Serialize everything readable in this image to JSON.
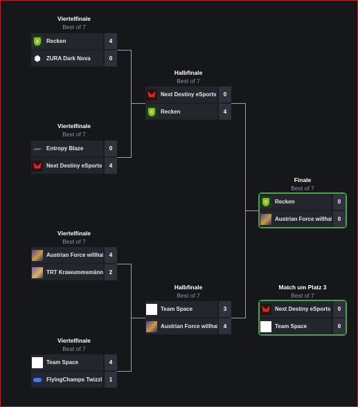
{
  "rounds": [
    {
      "title": "Viertelfinale",
      "subtitle": "Best of 7"
    },
    {
      "title": "Viertelfinale",
      "subtitle": "Best of 7"
    },
    {
      "title": "Viertelfinale",
      "subtitle": "Best of 7"
    },
    {
      "title": "Viertelfinale",
      "subtitle": "Best of 7"
    },
    {
      "title": "Halbfinale",
      "subtitle": "Best of 7"
    },
    {
      "title": "Halbfinale",
      "subtitle": "Best of 7"
    },
    {
      "title": "Finale",
      "subtitle": "Best of 7"
    },
    {
      "title": "Match um Platz 3",
      "subtitle": "Best of 7"
    }
  ],
  "matches": [
    {
      "teams": [
        {
          "name": "Recken",
          "score": "4",
          "logo": "recken-logo"
        },
        {
          "name": "ZURA Dark Nova",
          "score": "0",
          "logo": "zura-logo"
        }
      ]
    },
    {
      "teams": [
        {
          "name": "Entropy Blaze",
          "score": "0",
          "logo": "entropy-logo"
        },
        {
          "name": "Next Destiny eSports",
          "score": "4",
          "logo": "next-destiny-logo"
        }
      ]
    },
    {
      "teams": [
        {
          "name": "Austrian Force willhaben",
          "score": "4",
          "logo": "austrian-force-logo"
        },
        {
          "name": "TRT Krawummsmänner",
          "score": "2",
          "logo": "trt-logo"
        }
      ]
    },
    {
      "teams": [
        {
          "name": "Team Space",
          "score": "4",
          "logo": "team-space-logo"
        },
        {
          "name": "FlyingChamps Twizzl",
          "score": "1",
          "logo": "flyingchamps-logo"
        }
      ]
    },
    {
      "teams": [
        {
          "name": "Next Destiny eSports",
          "score": "0",
          "logo": "next-destiny-logo"
        },
        {
          "name": "Recken",
          "score": "4",
          "logo": "recken-logo"
        }
      ]
    },
    {
      "teams": [
        {
          "name": "Team Space",
          "score": "3",
          "logo": "team-space-logo"
        },
        {
          "name": "Austrian Force willhaben",
          "score": "4",
          "logo": "austrian-force-logo"
        }
      ]
    },
    {
      "teams": [
        {
          "name": "Recken",
          "score": "0",
          "logo": "recken-logo"
        },
        {
          "name": "Austrian Force willhaben",
          "score": "0",
          "logo": "austrian-force-logo"
        }
      ]
    },
    {
      "teams": [
        {
          "name": "Next Destiny eSports",
          "score": "0",
          "logo": "next-destiny-logo"
        },
        {
          "name": "Team Space",
          "score": "0",
          "logo": "team-space-logo"
        }
      ]
    }
  ],
  "colors": {
    "background": "#16171b",
    "row": "#24262d",
    "score_box": "#2f323b",
    "highlight_border": "#4ea24a",
    "frame_border": "#c0202a",
    "subtitle": "#8e95ab"
  }
}
